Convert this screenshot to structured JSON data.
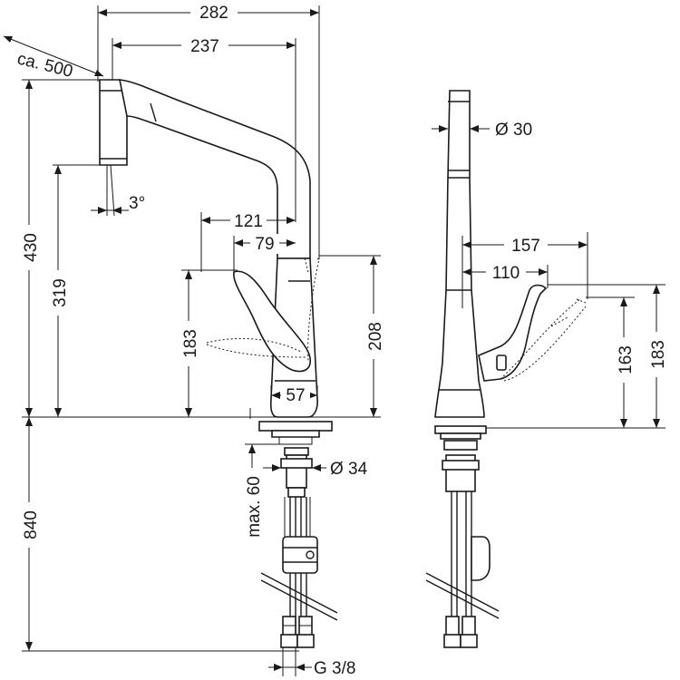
{
  "dimensions": {
    "overall_width": "282",
    "spout_reach": "237",
    "pull_out_length": "ca. 500",
    "total_height": "430",
    "spout_outlet_height": "319",
    "spout_tilt": "3°",
    "handle_reach": "121",
    "handle_offset": "79",
    "handle_height_front": "183",
    "body_height": "208",
    "base_width": "57",
    "spout_diameter": "Ø 30",
    "side_reach": "157",
    "side_handle_reach": "110",
    "side_height_163": "163",
    "side_height_183": "183",
    "shank_diameter": "Ø 34",
    "max_counter_thickness": "max. 60",
    "hose_length": "840",
    "connection_thread": "G 3/8"
  }
}
